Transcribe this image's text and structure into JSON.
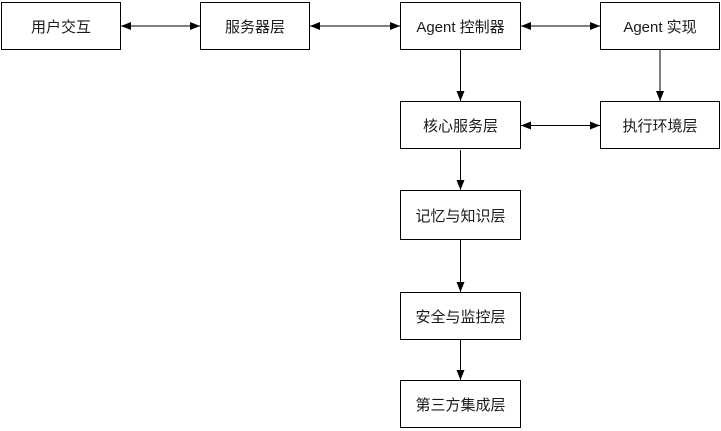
{
  "diagram": {
    "colors": {
      "background": "#ffffff",
      "node_fill": "#ffffff",
      "node_border": "#000000",
      "edge": "#000000",
      "text": "#1a1a1a"
    },
    "nodes": [
      {
        "id": "user-interaction",
        "label": "用户交互"
      },
      {
        "id": "server-layer",
        "label": "服务器层"
      },
      {
        "id": "agent-controller",
        "label": "Agent 控制器"
      },
      {
        "id": "agent-implementation",
        "label": "Agent 实现"
      },
      {
        "id": "core-service-layer",
        "label": "核心服务层"
      },
      {
        "id": "execution-environment-layer",
        "label": "执行环境层"
      },
      {
        "id": "memory-knowledge-layer",
        "label": "记忆与知识层"
      },
      {
        "id": "security-monitoring-layer",
        "label": "安全与监控层"
      },
      {
        "id": "third-party-integration-layer",
        "label": "第三方集成层"
      }
    ],
    "edges": [
      {
        "from": "用户交互",
        "to": "服务器层",
        "arrows": "both"
      },
      {
        "from": "服务器层",
        "to": "Agent 控制器",
        "arrows": "both"
      },
      {
        "from": "Agent 控制器",
        "to": "Agent 实现",
        "arrows": "both"
      },
      {
        "from": "Agent 控制器",
        "to": "核心服务层",
        "arrows": "forward"
      },
      {
        "from": "Agent 实现",
        "to": "执行环境层",
        "arrows": "forward"
      },
      {
        "from": "核心服务层",
        "to": "执行环境层",
        "arrows": "both"
      },
      {
        "from": "核心服务层",
        "to": "记忆与知识层",
        "arrows": "forward"
      },
      {
        "from": "记忆与知识层",
        "to": "安全与监控层",
        "arrows": "forward"
      },
      {
        "from": "安全与监控层",
        "to": "第三方集成层",
        "arrows": "forward"
      }
    ]
  }
}
